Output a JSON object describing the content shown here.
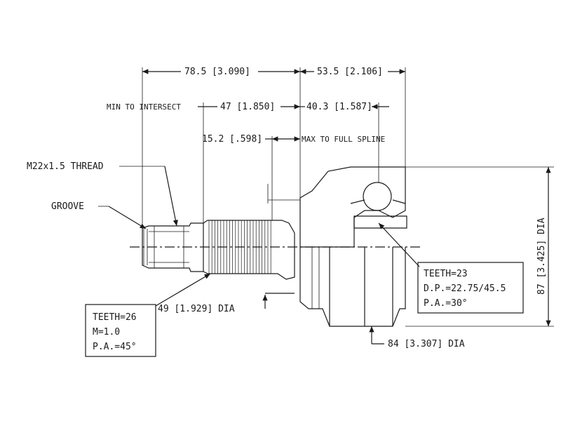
{
  "dimensions": {
    "overall_stem": "78.5 [3.090]",
    "bell_length": "53.5 [2.106]",
    "min_to_intersect_label": "MIN TO INTERSECT",
    "min_to_intersect_value": "47 [1.850]",
    "to_center": "40.3 [1.587]",
    "spline_length": "15.2 [.598]",
    "max_to_full_spline": "MAX TO FULL SPLINE",
    "bell_dia": "87 [3.425] DIA",
    "seal_dia": "49 [1.929] DIA",
    "outer_dia": "84 [3.307] DIA"
  },
  "labels": {
    "thread": "M22x1.5 THREAD",
    "groove": "GROOVE"
  },
  "spline_box_left": {
    "teeth": "TEETH=26",
    "module": "M=1.0",
    "pa": "P.A.=45°"
  },
  "spline_box_right": {
    "teeth": "TEETH=23",
    "dp": "D.P.=22.75/45.5",
    "pa": "P.A.=30°"
  },
  "colors": {
    "line": "#1a1a1a",
    "background": "#ffffff"
  }
}
